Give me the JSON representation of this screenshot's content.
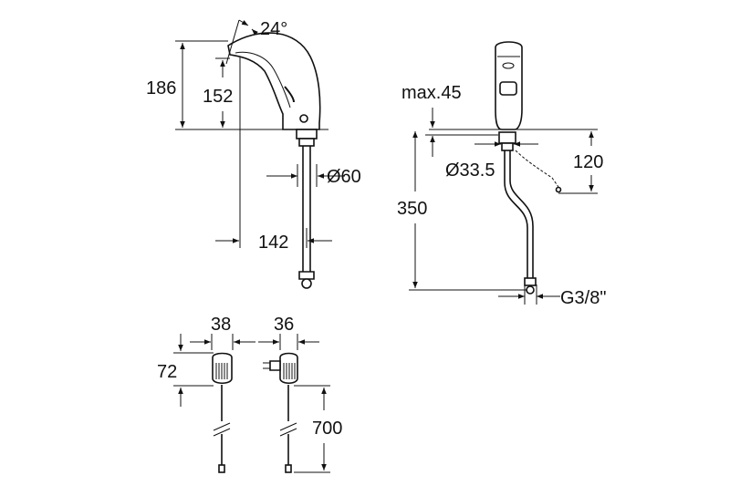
{
  "dimensions": {
    "spout_angle": "24°",
    "total_height": "186",
    "spout_height": "152",
    "base_diameter": "Ø60",
    "spout_reach": "142",
    "max_thickness": "max.45",
    "hole_diameter": "Ø33.5",
    "box_drop": "120",
    "hose_length": "350",
    "connection_thread": "G3/8\"",
    "box_a_width": "38",
    "box_b_width": "36",
    "box_height": "72",
    "cable_length": "700"
  },
  "colors": {
    "line": "#111111",
    "background": "#ffffff"
  }
}
